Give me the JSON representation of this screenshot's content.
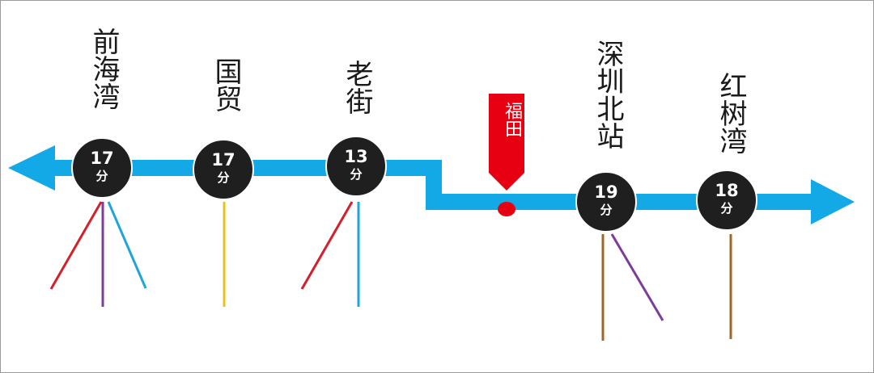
{
  "diagram": {
    "title": "",
    "colors": {
      "main_line": "#12a9e6",
      "node_fill": "#1f1f1f",
      "node_text": "#ffffff",
      "marker": "#e60012"
    },
    "current_station": {
      "name": "福田",
      "marker": "red-pin"
    },
    "stations": [
      {
        "name": "前海湾",
        "time": "17",
        "unit": "分",
        "side": "west",
        "transfer_lines": [
          "#d4202a",
          "#7d3c98",
          "#1fa6d8"
        ]
      },
      {
        "name": "国贸",
        "time": "17",
        "unit": "分",
        "side": "west",
        "transfer_lines": [
          "#e8c21c"
        ]
      },
      {
        "name": "老街",
        "time": "13",
        "unit": "分",
        "side": "west",
        "transfer_lines": [
          "#d4202a",
          "#1fa6d8"
        ]
      },
      {
        "name": "深圳北站",
        "time": "19",
        "unit": "分",
        "side": "east",
        "transfer_lines": [
          "#a0672b",
          "#7d3c98"
        ]
      },
      {
        "name": "红树湾",
        "time": "18",
        "unit": "分",
        "side": "east",
        "transfer_lines": [
          "#a0672b"
        ]
      }
    ],
    "arrows": {
      "left": "arrow-left",
      "right": "arrow-right"
    }
  }
}
